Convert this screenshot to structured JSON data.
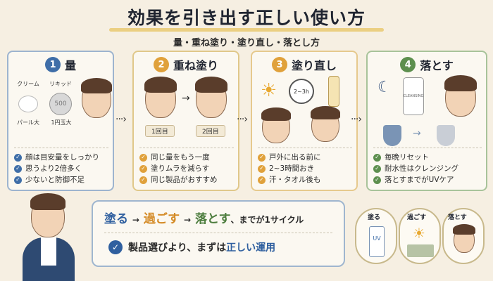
{
  "title": "効果を引き出す正しい使い方",
  "subtitle": "量・重ね塗り・塗り直し・落とし方",
  "steps": [
    {
      "num": "1",
      "title": "量",
      "labels": {
        "cream": "クリーム",
        "liquid": "リキッド",
        "pearl": "パール大",
        "coin": "1円玉大",
        "coin_text": "500"
      },
      "bullets": [
        "顔は目安量をしっかり",
        "思うより2倍多く",
        "少ないと防御不足"
      ]
    },
    {
      "num": "2",
      "title": "重ね塗り",
      "labels": {
        "first": "1回目",
        "second": "2回目"
      },
      "bullets": [
        "同じ量をもう一度",
        "塗りムラを減らす",
        "同じ製品がおすすめ"
      ]
    },
    {
      "num": "3",
      "title": "塗り直し",
      "labels": {
        "clock": "2~3h"
      },
      "bullets": [
        "戸外に出る前に",
        "2~3時間おき",
        "汗・タオル後も"
      ]
    },
    {
      "num": "4",
      "title": "落とす",
      "labels": {
        "bottle": "CLEANSING"
      },
      "bullets": [
        "毎晩リセット",
        "耐水性はクレンジング",
        "落とすまでがUVケア"
      ]
    }
  ],
  "bottom": {
    "apply": "塗る",
    "spend": "過ごす",
    "remove": "落とす",
    "cycle_suffix": "、までが1サイクル",
    "arrow": "→",
    "message_plain": "製品選びより、まずは",
    "message_emph": "正しい運用"
  },
  "mini": {
    "apply": "塗る",
    "spend": "過ごす",
    "remove": "落とす",
    "tube": "UV"
  },
  "colors": {
    "blue": "#2f5f9f",
    "orange": "#e0a13b",
    "green": "#5d8f4e",
    "background": "#f6efe2"
  }
}
